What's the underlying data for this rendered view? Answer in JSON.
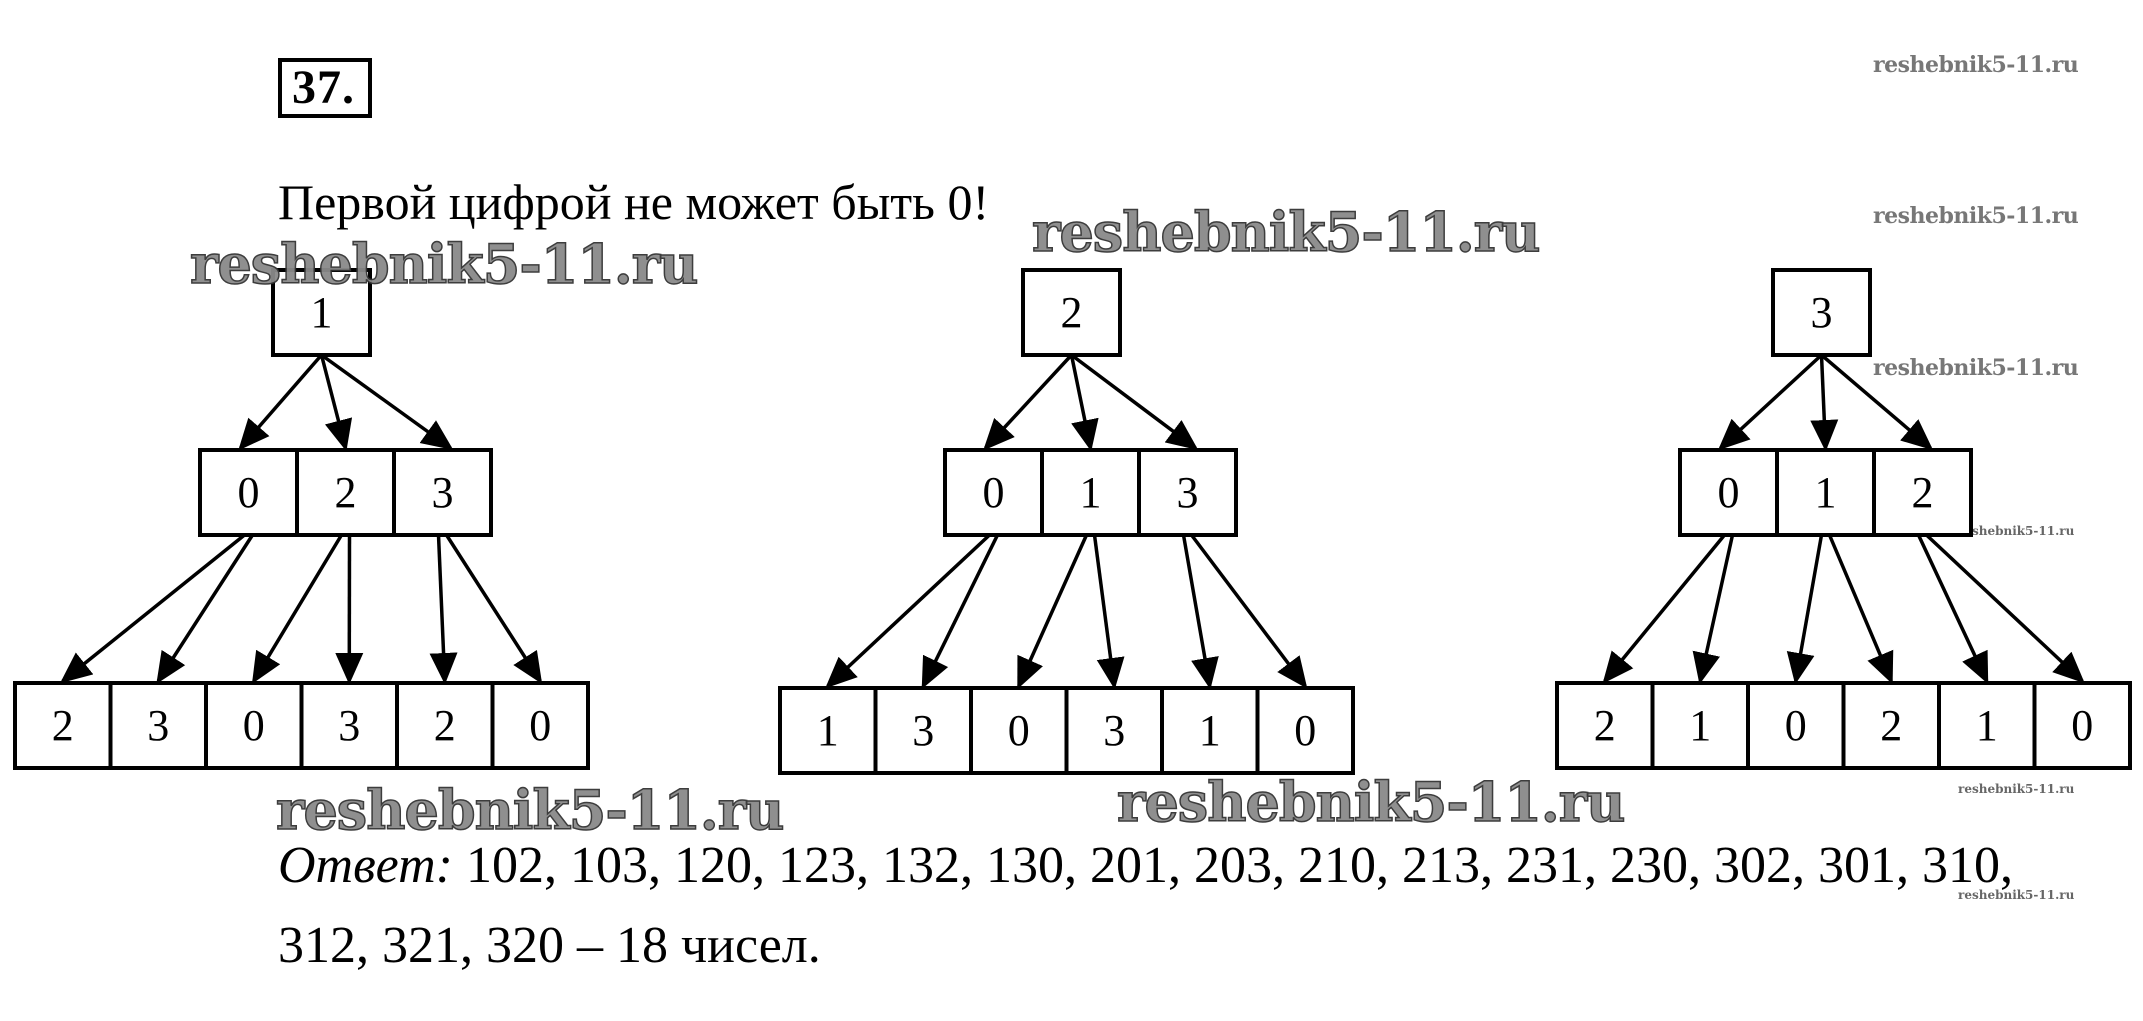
{
  "problem": {
    "number": "37",
    "number_suffix": ".",
    "statement": "Первой цифрой не может быть 0!"
  },
  "trees": [
    {
      "root": "1",
      "second": [
        "0",
        "2",
        "3"
      ],
      "third": [
        "2",
        "3",
        "0",
        "3",
        "2",
        "0"
      ]
    },
    {
      "root": "2",
      "second": [
        "0",
        "1",
        "3"
      ],
      "third": [
        "1",
        "3",
        "0",
        "3",
        "1",
        "0"
      ]
    },
    {
      "root": "3",
      "second": [
        "0",
        "1",
        "2"
      ],
      "third": [
        "2",
        "1",
        "0",
        "2",
        "1",
        "0"
      ]
    }
  ],
  "answer": {
    "label": "Ответ:",
    "line1": "102, 103, 120, 123, 132, 130, 201, 203, 210, 213, 231, 230, 302, 301, 310,",
    "line2": "312, 321, 320 – 18 чисел.",
    "numbers": [
      "102",
      "103",
      "120",
      "123",
      "132",
      "130",
      "201",
      "203",
      "210",
      "213",
      "231",
      "230",
      "302",
      "301",
      "310",
      "312",
      "321",
      "320"
    ],
    "count": 18
  },
  "watermark": {
    "text": "reshebnik5-11.ru"
  }
}
